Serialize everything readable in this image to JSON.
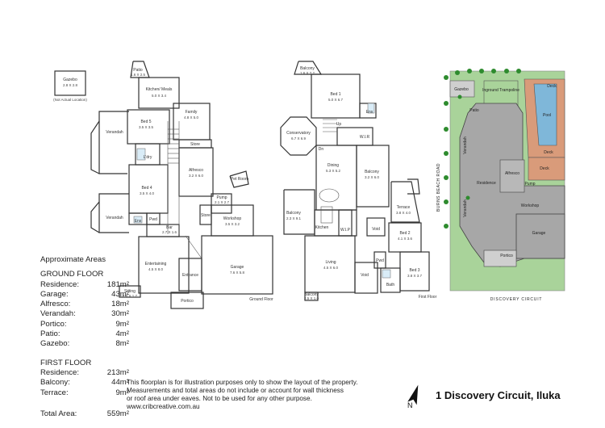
{
  "plan": {
    "gazebo": {
      "label": "Gazebo",
      "dim": "2.8 X 2.8",
      "note": "(Not Actual Location)"
    },
    "ground_floor_rooms": [
      {
        "name": "Patio",
        "dim": "1.6 X 2.5"
      },
      {
        "name": "Kitchen/ Meals",
        "dim": "5.0 X 3.4"
      },
      {
        "name": "Family",
        "dim": "4.8 X 5.0"
      },
      {
        "name": "Bed 5",
        "dim": "3.5 X 3.5"
      },
      {
        "name": "Verandah",
        "dim": ""
      },
      {
        "name": "L'dry",
        "dim": ""
      },
      {
        "name": "Store",
        "dim": ""
      },
      {
        "name": "Alfresco",
        "dim": "3.2 X 6.0"
      },
      {
        "name": "Pet Room",
        "dim": ""
      },
      {
        "name": "Bed 4",
        "dim": "3.5 X 4.0"
      },
      {
        "name": "Pump",
        "dim": "2.1 X 2.7"
      },
      {
        "name": "Workshop",
        "dim": "3.5 X 3.2"
      },
      {
        "name": "Verandah",
        "dim": ""
      },
      {
        "name": "Ens",
        "dim": ""
      },
      {
        "name": "Pwd",
        "dim": ""
      },
      {
        "name": "Bar",
        "dim": "2.7 X 1.6"
      },
      {
        "name": "Store",
        "dim": ""
      },
      {
        "name": "Entertaining",
        "dim": "4.5 X 8.0"
      },
      {
        "name": "Entrance",
        "dim": ""
      },
      {
        "name": "Garage",
        "dim": "7.6 X 5.8"
      },
      {
        "name": "Sitting",
        "dim": "2.0 X 1.7"
      },
      {
        "name": "Portico",
        "dim": ""
      },
      {
        "name": "Ground Floor",
        "dim": ""
      }
    ],
    "first_floor_rooms": [
      {
        "name": "Balcony",
        "dim": "1.6 X 2.2"
      },
      {
        "name": "Bed 1",
        "dim": "5.0 X 6.7"
      },
      {
        "name": "Ens",
        "dim": ""
      },
      {
        "name": "Conservatory",
        "dim": "6.7 X 6.9"
      },
      {
        "name": "Up",
        "dim": ""
      },
      {
        "name": "W.I.R",
        "dim": ""
      },
      {
        "name": "Dn",
        "dim": ""
      },
      {
        "name": "Dining",
        "dim": "5.3 X 5.2"
      },
      {
        "name": "Balcony",
        "dim": "3.2 X 6.0"
      },
      {
        "name": "Balcony",
        "dim": "2.3 X 9.1"
      },
      {
        "name": "Kitchen",
        "dim": ""
      },
      {
        "name": "Terrace",
        "dim": "3.8 X 4.0"
      },
      {
        "name": "Void",
        "dim": ""
      },
      {
        "name": "Bed 2",
        "dim": "4.1 X 3.6"
      },
      {
        "name": "W.I.P",
        "dim": ""
      },
      {
        "name": "Living",
        "dim": "4.5 X 6.0"
      },
      {
        "name": "Pwd",
        "dim": ""
      },
      {
        "name": "Void",
        "dim": ""
      },
      {
        "name": "Bed 3",
        "dim": "3.8 X 3.7"
      },
      {
        "name": "Bath",
        "dim": ""
      },
      {
        "name": "Balcony",
        "dim": "2.5 X 1.0"
      },
      {
        "name": "First Floor",
        "dim": ""
      }
    ],
    "site": {
      "labels": [
        "Gazebo",
        "Inground Trampoline",
        "Deck",
        "Pool",
        "Patio",
        "Deck",
        "Verandah",
        "Residence",
        "Alfresco",
        "Deck",
        "Pump",
        "Workshop",
        "Verandah",
        "Garage",
        "Portico"
      ],
      "road_side": "BURNS BEACH ROAD",
      "road_bottom": "DISCOVERY CIRCUIT",
      "colors": {
        "building": "#a7a7a7",
        "lawn": "#a9d39a",
        "deck": "#d99b7a",
        "pool": "#7fb7d9",
        "paving": "#cfcfcf",
        "tree": "#2e8b2e"
      }
    }
  },
  "areas": {
    "title": "Approximate Areas",
    "ground_floor_title": "GROUND FLOOR",
    "ground_floor": [
      {
        "label": "Residence:",
        "value": "181m²"
      },
      {
        "label": "Garage:",
        "value": "43m²"
      },
      {
        "label": "Alfresco:",
        "value": "18m²"
      },
      {
        "label": "Verandah:",
        "value": "30m²"
      },
      {
        "label": "Portico:",
        "value": "9m²"
      },
      {
        "label": "Patio:",
        "value": "4m²"
      },
      {
        "label": "Gazebo:",
        "value": "8m²"
      }
    ],
    "first_floor_title": "FIRST FLOOR",
    "first_floor": [
      {
        "label": "Residence:",
        "value": "213m²"
      },
      {
        "label": "Balcony:",
        "value": "44m²"
      },
      {
        "label": "Terrace:",
        "value": "9m²"
      }
    ],
    "total_label": "Total Area:",
    "total_value": "559m²"
  },
  "disclaimer": {
    "line1": "This floorplan is for illustration purposes only to show the layout of the property.",
    "line2": "Measurements and total areas do not include or account for wall thickness",
    "line3": "or roof area under eaves. Not to be used for any other purpose.",
    "line4": "www.cribcreative.com.au"
  },
  "north_label": "N",
  "address": "1 Discovery Circuit, Iluka"
}
